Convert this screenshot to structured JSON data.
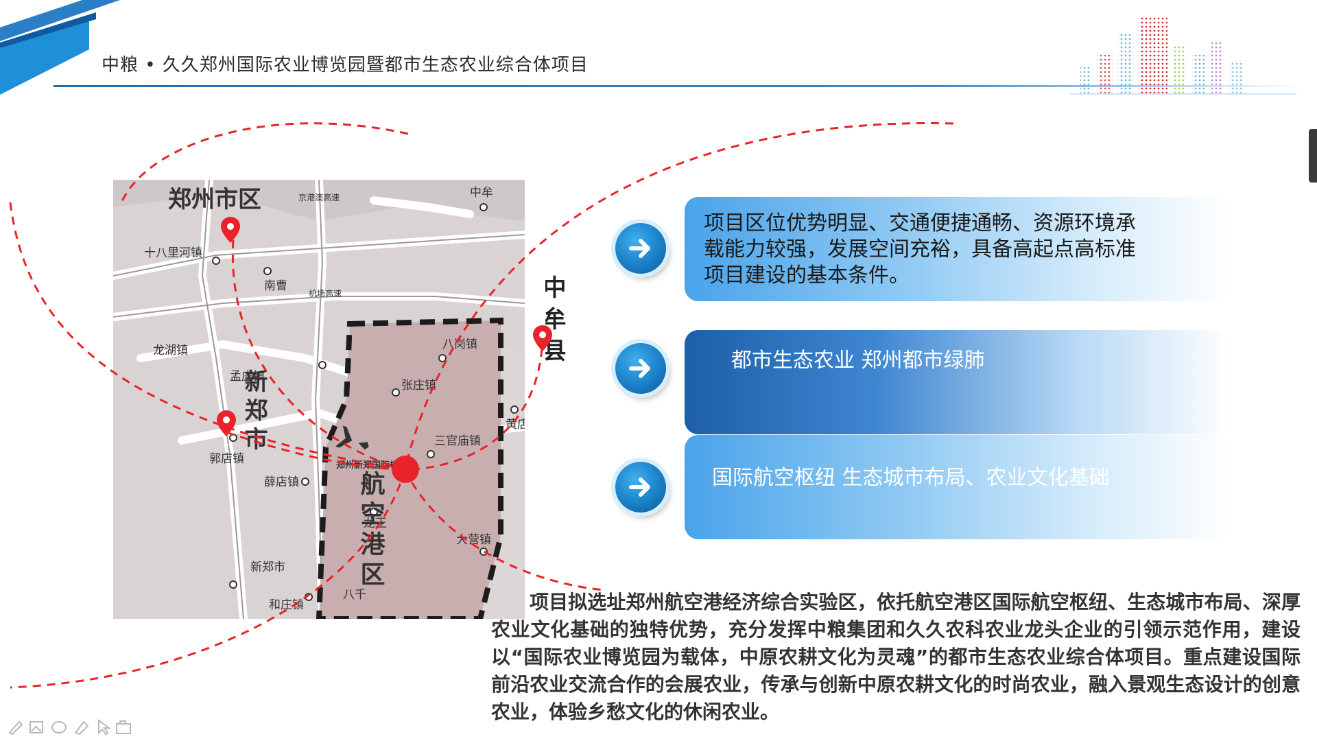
{
  "header": {
    "title": "中粮 • 久久郑州国际农业博览园暨都市生态农业综合体项目"
  },
  "map": {
    "labels": {
      "zhengzhou_city": "郑州市区",
      "shibalihe": "十八里河镇",
      "nancao": "南曹",
      "longhu": "龙湖镇",
      "xinzheng_city": "新郑市",
      "mengzhuang": "孟庄镇",
      "guodian": "郭店镇",
      "xuedian": "薛店镇",
      "xinzheng_small": "新郑市",
      "hezhuang": "和庄镇",
      "zhongmou_top": "中牟",
      "zhongmou_county": "中牟县",
      "bagang": "八岗镇",
      "zhangzhuang": "张庄镇",
      "sanguanmiao": "三官庙镇",
      "huangdian": "黄店镇",
      "dayuan": "大营镇",
      "longwang": "龙王",
      "baqian": "八千",
      "airport": "郑州新郑国际机场",
      "jinggang_expressway": "京港澳高速",
      "airport_expressway": "机场高速",
      "airport_zone": "航空港区"
    }
  },
  "cards": [
    {
      "text_lines": [
        "项目区位优势明显、交通便捷通畅、资源环境承",
        "载能力较强，发展空间充裕，具备高起点高标准",
        "项目建设的基本条件。"
      ]
    },
    {
      "text": "都市生态农业  郑州都市绿肺"
    },
    {
      "text": "国际航空枢纽    生态城市布局、农业文化基础"
    }
  ],
  "body_paragraph": "项目拟选址郑州航空港经济综合实验区，依托航空港区国际航空枢纽、生态城市布局、深厚农业文化基础的独特优势，充分发挥中粮集团和久久农科农业龙头企业的引领示范作用，建设以“国际农业博览园为载体，中原农耕文化为灵魂”的都市生态农业综合体项目。重点建设国际前沿农业交流合作的会展农业，传承与创新中原农耕文化的时尚农业，融入景观生态设计的创意农业，体验乡愁文化的休闲农业。",
  "colors": {
    "accent_blue": "#1a7fc7",
    "route_red": "#e8242a",
    "map_bg": "#d9d3d3",
    "zone_fill": "#c9aeb0"
  },
  "toolbar": {
    "icons": [
      "pen-icon",
      "image-icon",
      "eraser-icon",
      "highlighter-icon",
      "pointer-icon",
      "camera-icon"
    ]
  }
}
